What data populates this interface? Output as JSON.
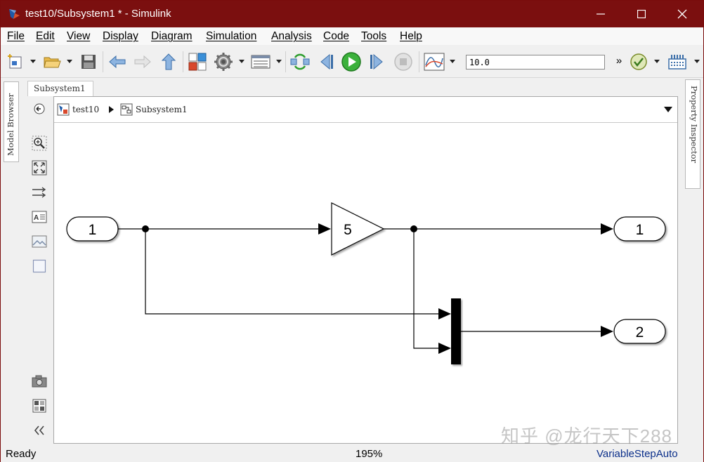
{
  "window": {
    "title": "test10/Subsystem1 * - Simulink"
  },
  "menu": [
    "File",
    "Edit",
    "View",
    "Display",
    "Diagram",
    "Simulation",
    "Analysis",
    "Code",
    "Tools",
    "Help"
  ],
  "toolbar": {
    "stop_time": "10.0",
    "more": "»"
  },
  "side_panels": {
    "left": "Model Browser",
    "right": "Property Inspector"
  },
  "editor": {
    "tab_label": "Subsystem1",
    "breadcrumb": [
      "test10",
      "Subsystem1"
    ]
  },
  "diagram": {
    "inport_1": "1",
    "gain_value": "5",
    "outport_1": "1",
    "outport_2": "2"
  },
  "status": {
    "state": "Ready",
    "zoom": "195%",
    "solver": "VariableStepAuto"
  },
  "watermark": "知乎 @龙行天下288",
  "icons": {
    "new_model": "new-model-icon",
    "open": "open-folder-icon",
    "save": "save-icon",
    "back": "back-arrow-icon",
    "forward": "forward-arrow-icon",
    "up": "up-arrow-icon",
    "library": "library-browser-icon",
    "settings": "gear-icon",
    "model_explorer": "model-explorer-icon",
    "update": "update-diagram-icon",
    "step_back": "step-back-icon",
    "run": "run-icon",
    "step_forward": "step-forward-icon",
    "stop": "stop-icon",
    "data_inspector": "data-inspector-icon",
    "check": "check-icon",
    "generate": "build-icon"
  },
  "colors": {
    "titlebar": "#7b0f0f",
    "status_solver": "#0b2f8a",
    "run_green": "#2f9e2f"
  }
}
